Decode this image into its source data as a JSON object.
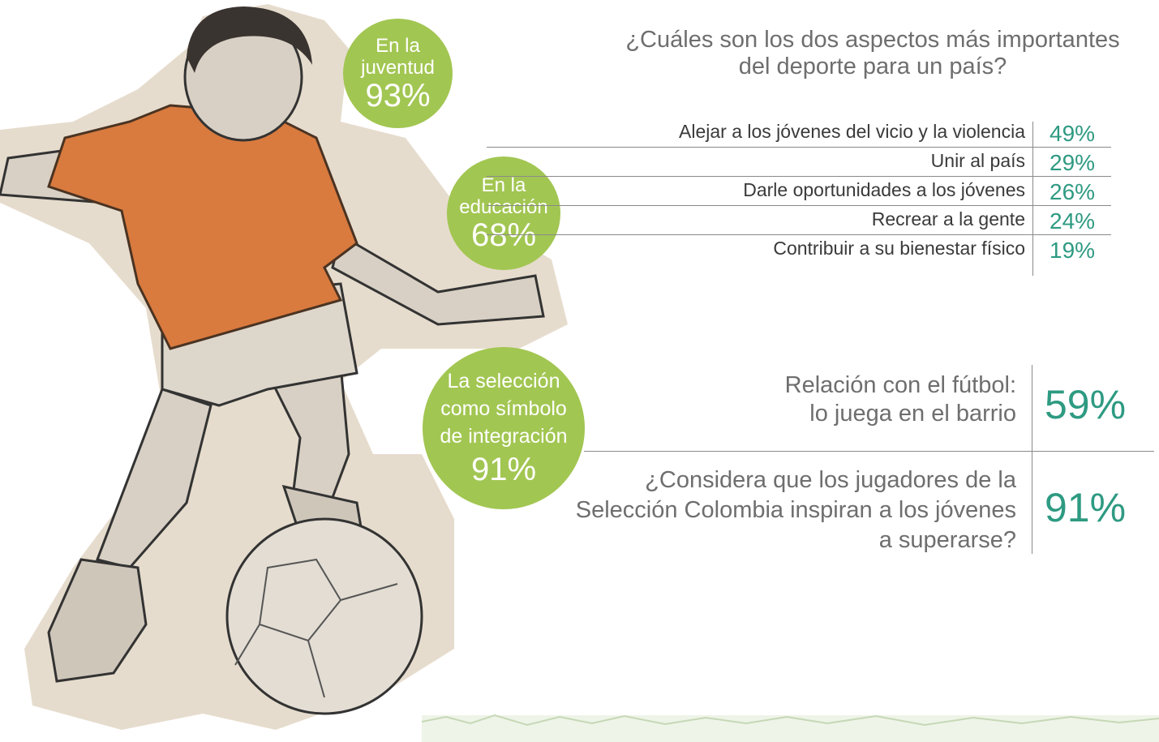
{
  "bubbles": {
    "youth": {
      "line1": "En la",
      "line2": "juventud",
      "value": "93%"
    },
    "education": {
      "line1": "En la",
      "line2": "educación",
      "value": "68%"
    },
    "selection": {
      "line1": "La selección",
      "line2": "como símbolo",
      "line3": "de integración",
      "value": "91%"
    }
  },
  "question": {
    "line1": "¿Cuáles son los dos aspectos más importantes",
    "line2": "del deporte para un país?"
  },
  "aspects": [
    {
      "label": "Alejar a los jóvenes del vicio y la violencia",
      "value": "49%"
    },
    {
      "label": "Unir al país",
      "value": "29%"
    },
    {
      "label": "Darle oportunidades a los jóvenes",
      "value": "26%"
    },
    {
      "label": "Recrear a la gente",
      "value": "24%"
    },
    {
      "label": "Contribuir a su bienestar físico",
      "value": "19%"
    }
  ],
  "soccer": {
    "relation_line1": "Relación con el fútbol:",
    "relation_line2": "lo juega en el barrio",
    "relation_value": "59%",
    "inspire_line1": "¿Considera que los jugadores de la",
    "inspire_line2": "Selección Colombia inspiran a los jóvenes",
    "inspire_line3": "a superarse?",
    "inspire_value": "91%"
  },
  "colors": {
    "bubble": "#a2c652",
    "value_text": "#2e9a82",
    "shirt": "#d97a3e",
    "paper": "#e6dccd"
  }
}
